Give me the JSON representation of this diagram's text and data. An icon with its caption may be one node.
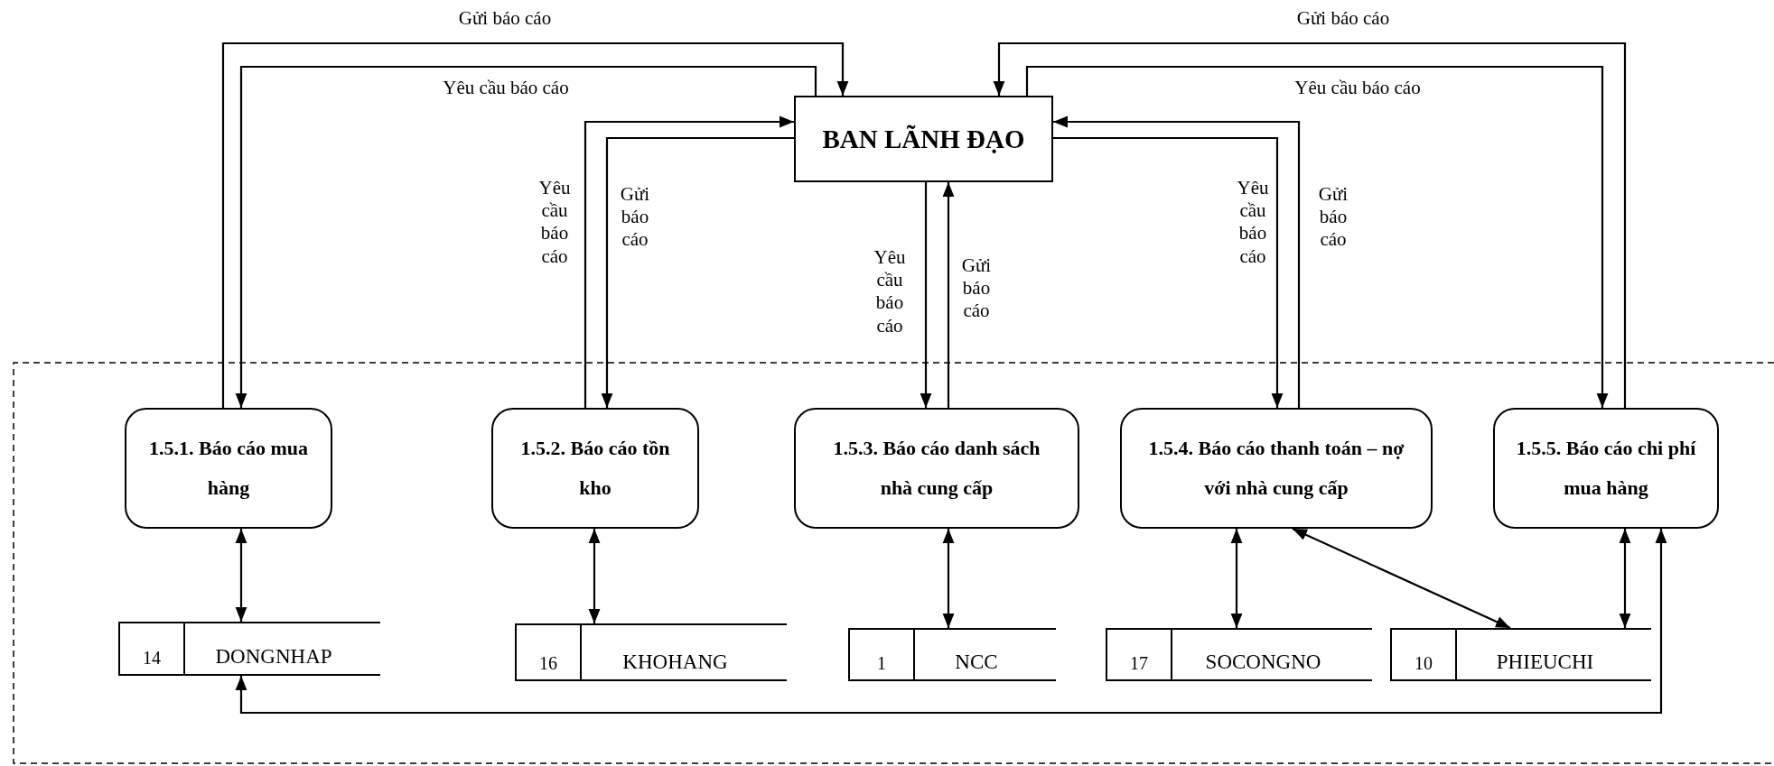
{
  "diagram": {
    "nodes": [
      {
        "text": [
          "BAN LÃNH ĐẠO"
        ]
      },
      {
        "text": [
          "1.5.1. Báo cáo mua hàng"
        ]
      },
      {
        "text": [
          "1.5.2. Báo cáo tồn kho"
        ]
      },
      {
        "text": [
          "1.5.3. Báo cáo danh sách nhà cung cấp"
        ]
      },
      {
        "text": [
          "1.5.4. Báo cáo thanh toán – nợ với nhà cung cấp"
        ]
      },
      {
        "text": [
          "1.5.5. Báo cáo chi phí mua hàng"
        ]
      },
      {
        "text": [
          "14",
          "DONGNHAP"
        ]
      },
      {
        "text": [
          "16",
          "KHOHANG"
        ]
      },
      {
        "text": [
          "1",
          "NCC"
        ]
      },
      {
        "text": [
          "17",
          "SOCONGNO"
        ]
      },
      {
        "text": [
          "10",
          "PHIEUCHI"
        ]
      }
    ],
    "edges": [
      {
        "from": 1,
        "to": 0,
        "arrow": "to",
        "label": "Gửi báo cáo"
      },
      {
        "from": 0,
        "to": 1,
        "arrow": "to",
        "label": "Yêu cầu báo cáo"
      },
      {
        "from": 2,
        "to": 0,
        "arrow": "to",
        "label": "Yêu cầu báo cáo"
      },
      {
        "from": 0,
        "to": 2,
        "arrow": "to",
        "label": "Gửi báo cáo"
      },
      {
        "from": 0,
        "to": 3,
        "arrow": "to",
        "label": "Yêu cầu báo cáo"
      },
      {
        "from": 3,
        "to": 0,
        "arrow": "to",
        "label": "Gửi báo cáo"
      },
      {
        "from": 0,
        "to": 4,
        "arrow": "to",
        "label": "Yêu cầu báo cáo"
      },
      {
        "from": 4,
        "to": 0,
        "arrow": "to",
        "label": "Gửi báo cáo"
      },
      {
        "from": 5,
        "to": 0,
        "arrow": "to",
        "label": "Gửi báo cáo"
      },
      {
        "from": 0,
        "to": 5,
        "arrow": "to",
        "label": "Yêu cầu báo cáo"
      },
      {
        "from": 1,
        "to": 6,
        "arrow": "both"
      },
      {
        "from": 2,
        "to": 7,
        "arrow": "both"
      },
      {
        "from": 3,
        "to": 8,
        "arrow": "both"
      },
      {
        "from": 4,
        "to": 9,
        "arrow": "both"
      },
      {
        "from": 4,
        "to": 10,
        "arrow": "both"
      },
      {
        "from": 5,
        "to": 10,
        "arrow": "both"
      },
      {
        "from": 5,
        "to": 6,
        "arrow": "both"
      }
    ]
  }
}
